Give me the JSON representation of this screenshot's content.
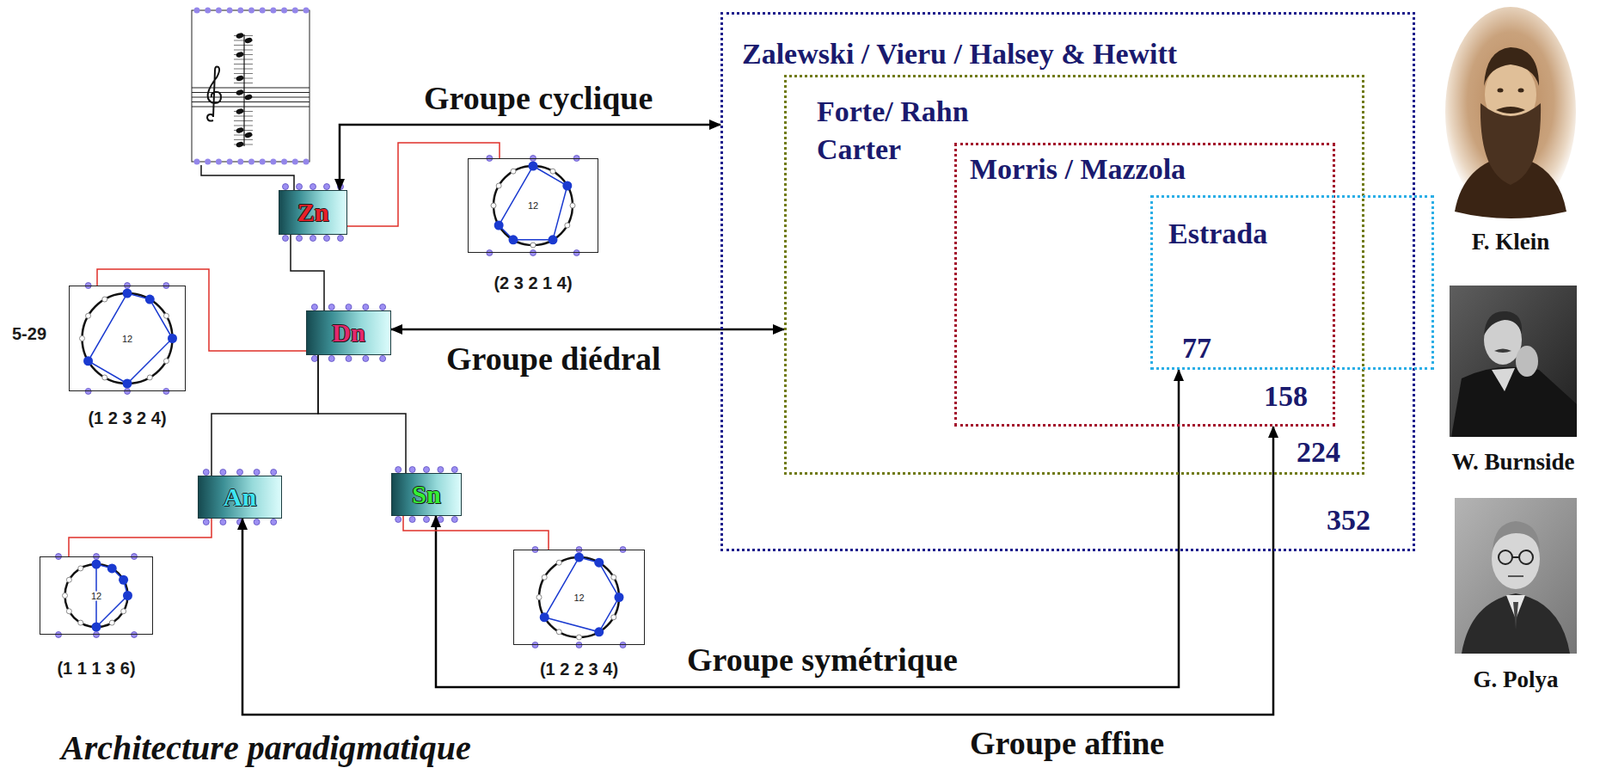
{
  "diagram": {
    "caption": "Architecture paradigmatique",
    "nodes": [
      {
        "text": [
          "Zn"
        ]
      },
      {
        "text": [
          "12",
          "(2 3 2 1 4)"
        ]
      },
      {
        "text": [
          "Zalewski / Vieru / Halsey & Hewitt",
          "352"
        ]
      },
      {
        "text": [
          "Forte/ Rahn Carter",
          "224"
        ],
        "in": 2
      },
      {
        "text": [
          "Morris / Mazzola",
          "158"
        ],
        "in": 3
      },
      {
        "text": [
          "Estrada",
          "77"
        ]
      },
      {
        "text": [
          "Dn"
        ]
      },
      {
        "text": [
          "5-29",
          "12",
          "(1 2 3 2 4)"
        ]
      },
      {
        "text": [
          "An"
        ]
      },
      {
        "text": [
          "Sn"
        ]
      },
      {
        "text": [
          "12",
          "(1 1 1 3 6)"
        ]
      },
      {
        "text": [
          "12",
          "(1 2 2 3 4)"
        ]
      }
    ],
    "edges": [
      {
        "from": 0,
        "to": 2,
        "arrow": "both",
        "label": "Groupe cyclique"
      },
      {
        "from": 6,
        "to": 3,
        "arrow": "both",
        "label": "Groupe diédral"
      },
      {
        "from": 9,
        "to": 5,
        "arrow": "both",
        "label": "Groupe symétrique"
      },
      {
        "from": 8,
        "to": 4,
        "arrow": "both",
        "label": "Groupe affine"
      },
      {
        "from": 0,
        "to": 6,
        "arrow": "none"
      },
      {
        "from": 6,
        "to": 8,
        "arrow": "none"
      },
      {
        "from": 6,
        "to": 9,
        "arrow": "none"
      },
      {
        "from": 0,
        "to": 1,
        "arrow": "none"
      },
      {
        "from": 6,
        "to": 7,
        "arrow": "none"
      },
      {
        "from": 8,
        "to": 10,
        "arrow": "none"
      },
      {
        "from": 9,
        "to": 11,
        "arrow": "none"
      }
    ],
    "labels": [
      "F. Klein",
      "W. Burnside",
      "G. Polya"
    ]
  }
}
